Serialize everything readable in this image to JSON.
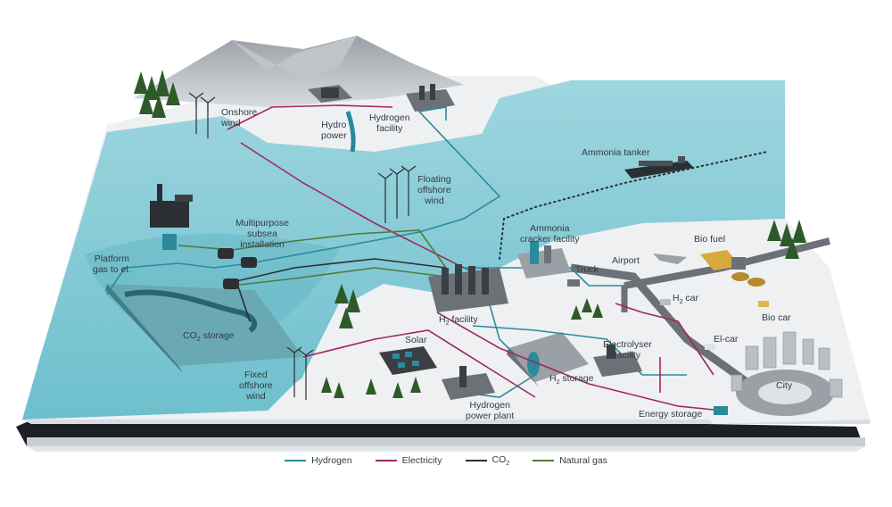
{
  "labels": {
    "onshore_wind": [
      "Onshore",
      "wind"
    ],
    "hydro_power": [
      "Hydro",
      "power"
    ],
    "hydrogen_facility": [
      "Hydrogen",
      "facility"
    ],
    "ammonia_tanker": "Ammonia tanker",
    "floating_offshore_wind": [
      "Floating",
      "offshore",
      "wind"
    ],
    "multipurpose_subsea": [
      "Multipurpose",
      "subsea",
      "installation"
    ],
    "platform_gas": [
      "Platform",
      "gas to el."
    ],
    "co2_storage": {
      "main": "CO",
      "sub": "2",
      "tail": " storage"
    },
    "ammonia_cracker": [
      "Ammonia",
      "cracker facility"
    ],
    "bio_fuel": "Bio fuel",
    "truck": "Truck",
    "airport": "Airport",
    "h2_car": {
      "main": "H",
      "sub": "2",
      "tail": " car"
    },
    "bio_car": "Bio car",
    "h2_facility": {
      "main": "H",
      "sub": "2",
      "tail": " facility"
    },
    "solar": "Solar",
    "el_car": "El-car",
    "electrolyser": [
      "Electrolyser",
      "facility"
    ],
    "fixed_offshore_wind": [
      "Fixed",
      "offshore",
      "wind"
    ],
    "h2_storage": {
      "main": "H",
      "sub": "2",
      "tail": " storage"
    },
    "city": "City",
    "hydrogen_power_plant": [
      "Hydrogen",
      "power plant"
    ],
    "energy_storage": "Energy storage"
  },
  "legend": [
    {
      "label": "Hydrogen",
      "color": "#2a8a9c"
    },
    {
      "label": "Electricity",
      "color": "#a0285e"
    },
    {
      "label": "CO",
      "sub": "2",
      "color": "#2b2f33"
    },
    {
      "label": "Natural gas",
      "color": "#4f7a3a"
    }
  ],
  "colors": {
    "water": "#7ec8d4",
    "water_dark": "#4aa9b9",
    "land": "#eef0f2",
    "land_shade": "#d9dde1",
    "base_side": "#c9ced2",
    "base_dark": "#1d2024",
    "hydrogen": "#2a8a9c",
    "electricity": "#a0285e",
    "natural_gas": "#4f7a3a",
    "tree": "#2e5a2a"
  }
}
